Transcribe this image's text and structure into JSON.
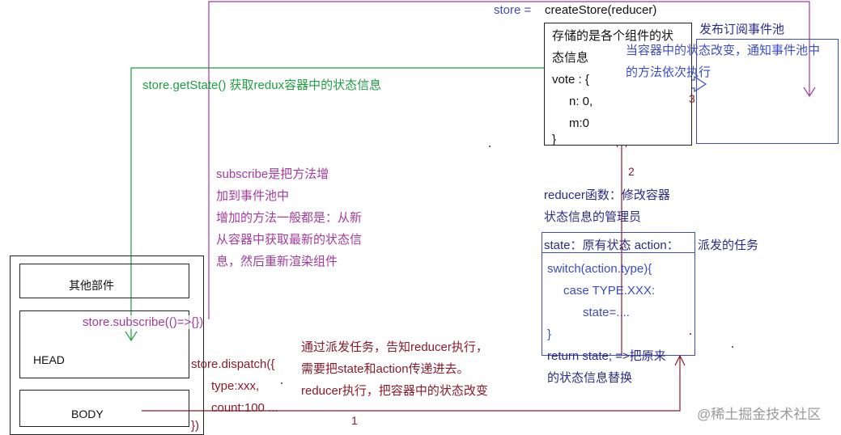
{
  "header": {
    "store_label": "store =",
    "create_store": "createStore(reducer)"
  },
  "store_box": {
    "lines": [
      "存储的是各个组件的状",
      "态信息",
      "vote : {",
      "n: 0,",
      "m:0",
      "}"
    ]
  },
  "pubsub": {
    "title": "发布订阅事件池",
    "note_lines": [
      "当容器中的状态改变，通知事件池中",
      "的方法依次执行"
    ],
    "step_3": "3"
  },
  "get_state_note": "store.getState() 获取redux容器中的状态信息",
  "subscribe_note": {
    "lines": [
      "subscribe是把方法增",
      "加到事件池中",
      "增加的方法一般都是：从新",
      "从容器中获取最新的状态信",
      "息，然后重新渲染组件"
    ]
  },
  "page_layout": {
    "other_parts": "其他部件",
    "head": "HEAD",
    "body": "BODY"
  },
  "subscribe_call": "store.subscribe(()=>{})",
  "dispatch_call": {
    "lines": [
      "store.dispatch({",
      "type:xxx,",
      "count:100 ...",
      "})"
    ]
  },
  "dispatch_note": {
    "lines": [
      "通过派发任务，告知reducer执行，",
      "需要把state和action传递进去。",
      "reducer执行，把容器中的状态改变"
    ]
  },
  "step_1": "1",
  "step_2": "2",
  "reducer_note": {
    "lines": [
      "reducer函数：修改容器",
      "状态信息的管理员"
    ]
  },
  "reducer_box": {
    "header": "state：原有状态  action：",
    "header_tail": "派发的任务",
    "code_lines": [
      "switch(action.type){",
      "case TYPE.XXX:",
      "state=....",
      "}"
    ],
    "return_lines": [
      "return state; =>把原来",
      "的状态信息替换"
    ]
  },
  "watermark": "@稀土掘金技术社区",
  "colors": {
    "green": "#1e9e3e",
    "purple": "#a33a9e",
    "maroon": "#8a1a2a",
    "navy": "#2a2a8a",
    "blue": "#3b4cc4"
  }
}
